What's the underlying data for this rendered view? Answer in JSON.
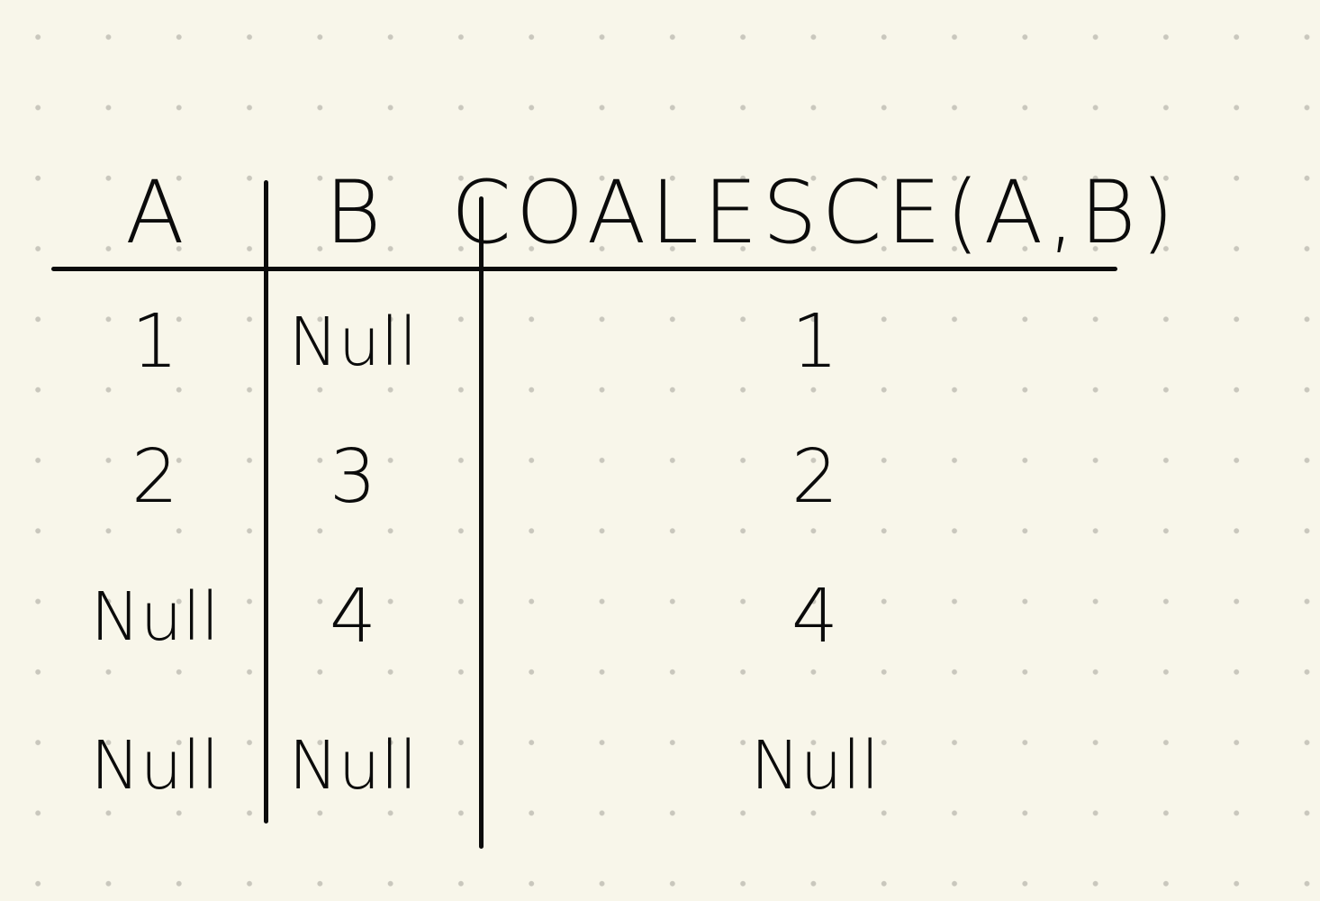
{
  "table": {
    "headers": [
      "A",
      "B",
      "COALESCE(A,B)"
    ],
    "rows": [
      [
        "1",
        "Null",
        "1"
      ],
      [
        "2",
        "3",
        "2"
      ],
      [
        "Null",
        "4",
        "4"
      ],
      [
        "Null",
        "Null",
        "Null"
      ]
    ]
  },
  "colors": {
    "paper": "#f8f6ea",
    "dot": "#c9c7bd",
    "ink": "#0b0b0b"
  }
}
